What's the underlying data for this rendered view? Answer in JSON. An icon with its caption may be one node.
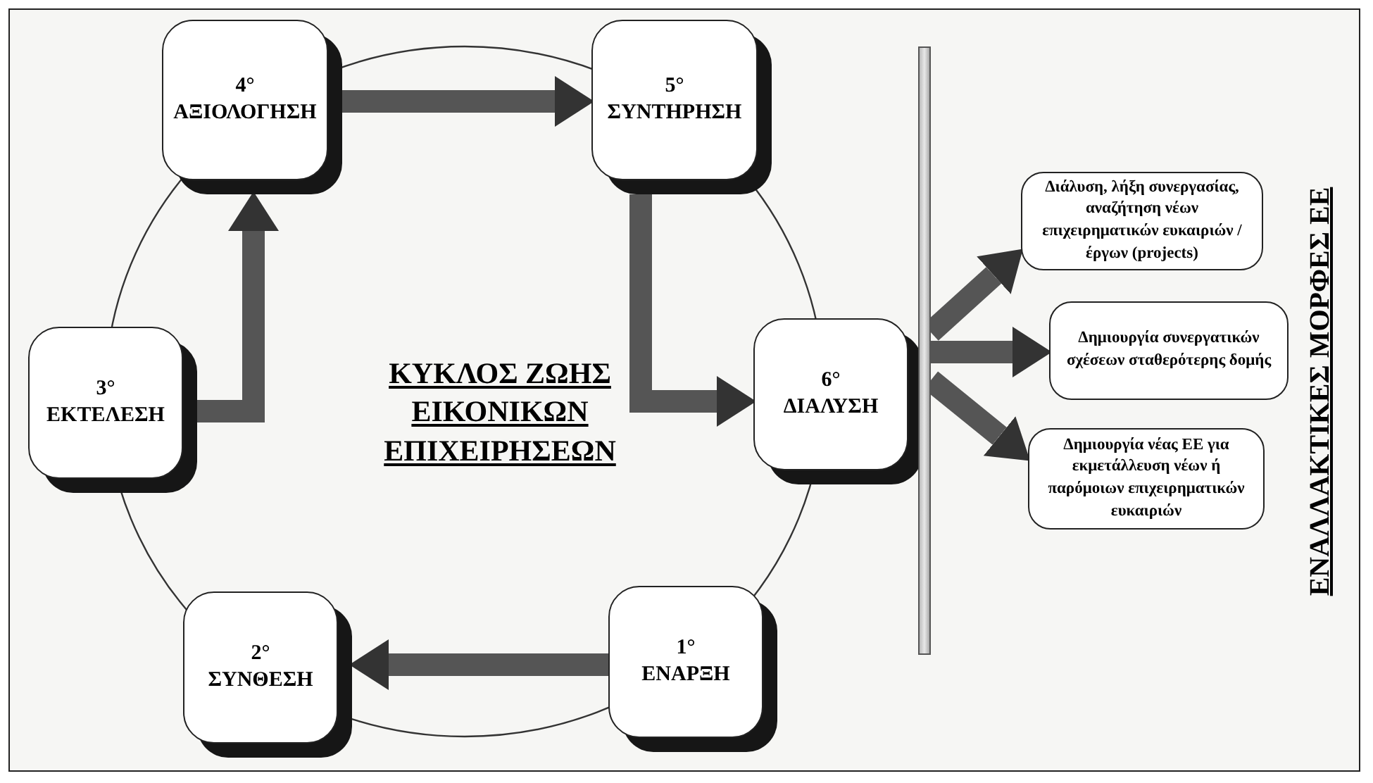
{
  "diagram": {
    "title": "ΚΥΚΛΟΣ ΖΩΗΣ ΕΙΚΟΝΙΚΩΝ ΕΠΙΧΕΙΡΗΣΕΩΝ",
    "nodes": [
      {
        "text": [
          "4°",
          "ΑΞΙΟΛΟΓΗΣΗ"
        ]
      },
      {
        "text": [
          "5°",
          "ΣΥΝΤΗΡΗΣΗ"
        ]
      },
      {
        "text": [
          "6°",
          "ΔΙΑΛΥΣΗ"
        ]
      },
      {
        "text": [
          "1°",
          "ΕΝΑΡΞΗ"
        ]
      },
      {
        "text": [
          "2°",
          "ΣΥΝΘΕΣΗ"
        ]
      },
      {
        "text": [
          "3°",
          "ΕΚΤΕΛΕΣΗ"
        ]
      },
      {
        "text": [],
        "shape": "bar"
      },
      {
        "text": [
          "Διάλυση, λήξη συνεργασίας, αναζήτηση νέων επιχειρηματικών ευκαιριών / έργων (projects)"
        ]
      },
      {
        "text": [
          "Δημιουργία συνεργατικών σχέσεων σταθερότερης δομής"
        ]
      },
      {
        "text": [
          "Δημιουργία νέας ΕΕ για εκμετάλλευση νέων ή παρόμοιων επιχειρηματικών ευκαιριών"
        ]
      }
    ],
    "edges": [
      {
        "from": 0,
        "to": 1,
        "arrow": "to"
      },
      {
        "from": 1,
        "to": 2,
        "arrow": "to"
      },
      {
        "from": 3,
        "to": 4,
        "arrow": "to"
      },
      {
        "from": 5,
        "to": 0,
        "arrow": "to"
      },
      {
        "from": 6,
        "to": 7,
        "arrow": "to"
      },
      {
        "from": 6,
        "to": 8,
        "arrow": "to"
      },
      {
        "from": 6,
        "to": 9,
        "arrow": "to"
      }
    ],
    "labels": [
      "ΕΝΑΛΛΑΚΤΙΚΕΣ ΜΟΡΦΕΣ ΕΕ"
    ]
  }
}
